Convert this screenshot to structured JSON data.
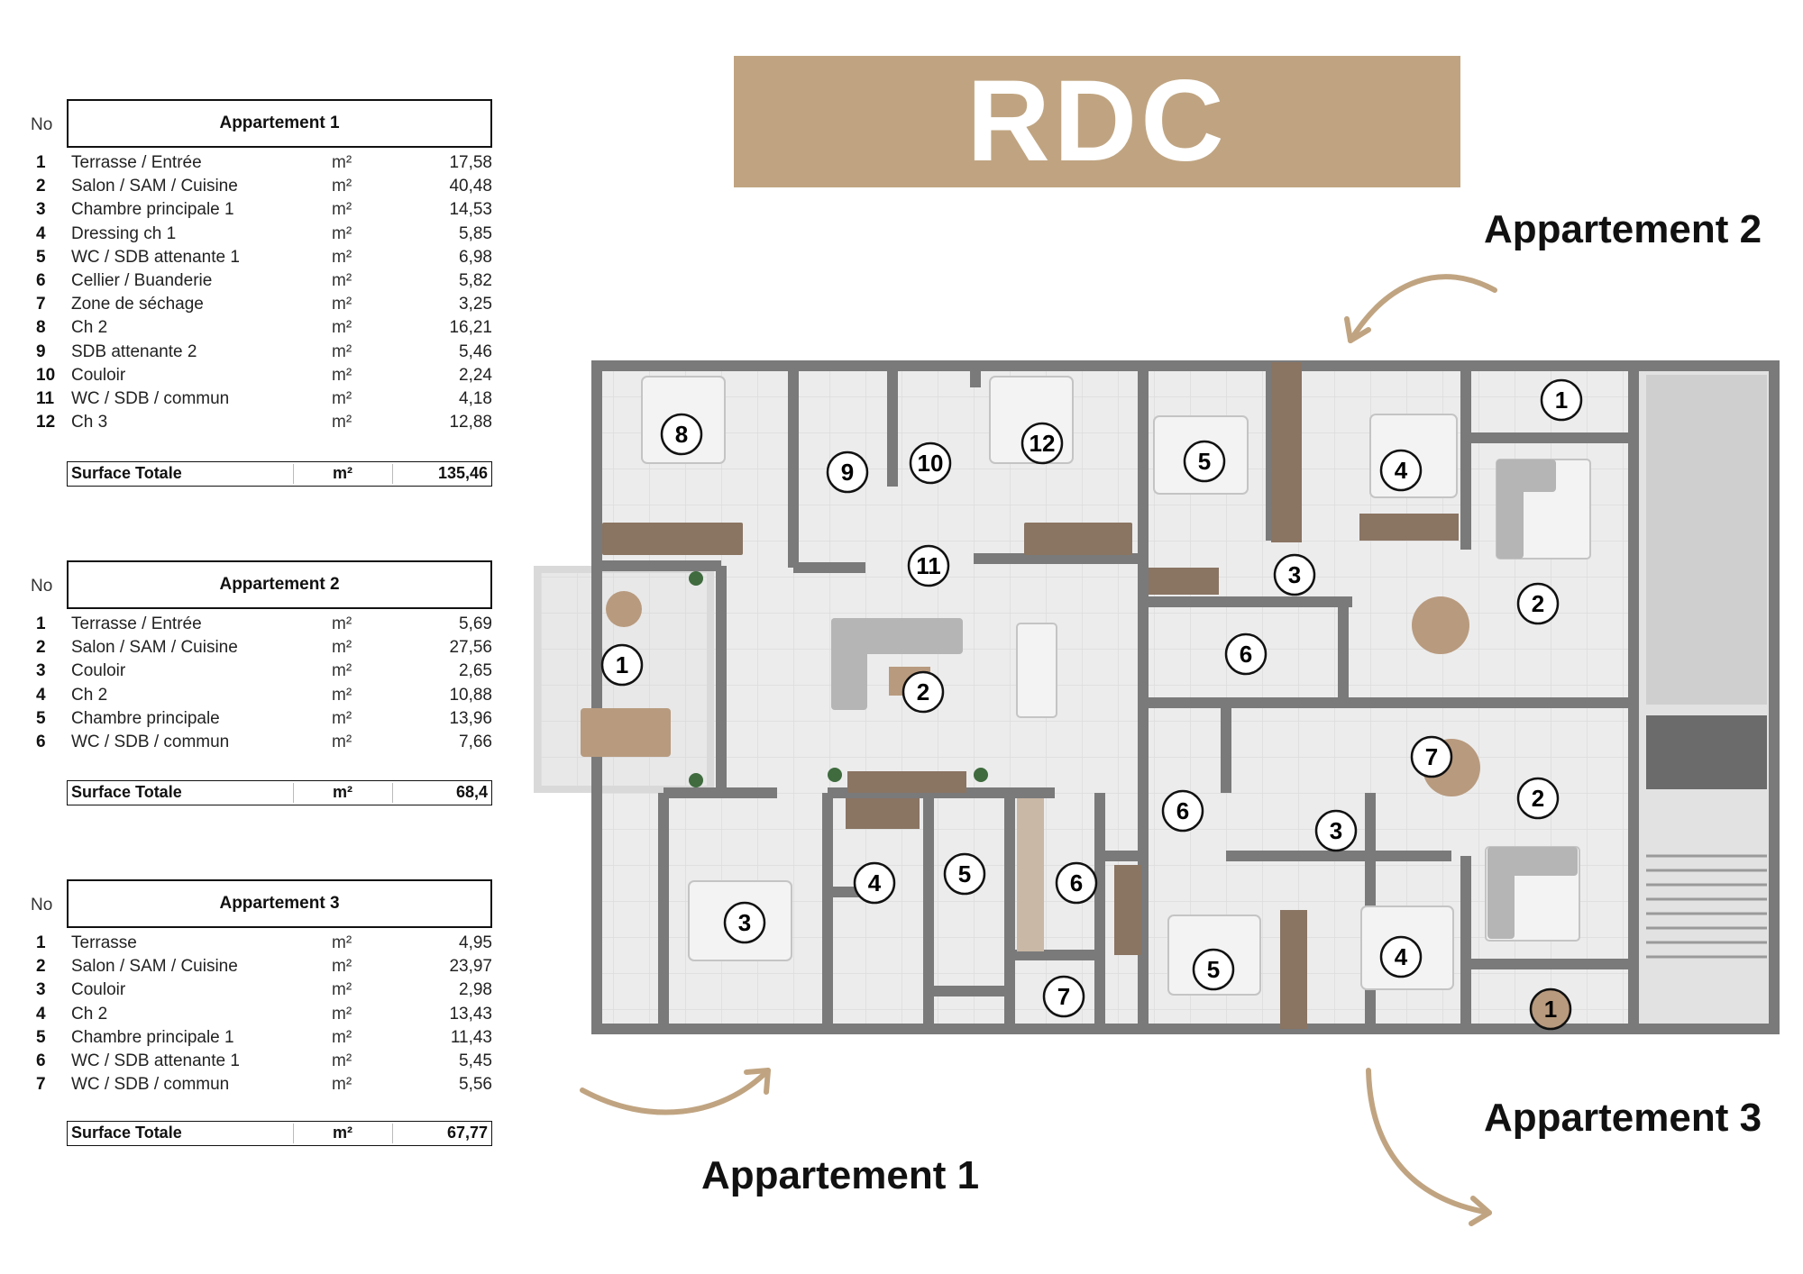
{
  "banner": {
    "title": "RDC"
  },
  "labels": {
    "apt1": "Appartement 1",
    "apt2": "Appartement 2",
    "apt3": "Appartement 3"
  },
  "tables": {
    "apt1": {
      "no_header": "No",
      "title": "Appartement 1",
      "rows": [
        {
          "n": "1",
          "label": "Terrasse / Entrée",
          "unit": "m²",
          "value": "17,58"
        },
        {
          "n": "2",
          "label": "Salon / SAM / Cuisine",
          "unit": "m²",
          "value": "40,48"
        },
        {
          "n": "3",
          "label": "Chambre principale 1",
          "unit": "m²",
          "value": "14,53"
        },
        {
          "n": "4",
          "label": "Dressing ch 1",
          "unit": "m²",
          "value": "5,85"
        },
        {
          "n": "5",
          "label": "WC / SDB  attenante 1",
          "unit": "m²",
          "value": "6,98"
        },
        {
          "n": "6",
          "label": "Cellier / Buanderie",
          "unit": "m²",
          "value": "5,82"
        },
        {
          "n": "7",
          "label": "Zone de séchage",
          "unit": "m²",
          "value": "3,25"
        },
        {
          "n": "8",
          "label": "Ch 2",
          "unit": "m²",
          "value": "16,21"
        },
        {
          "n": "9",
          "label": "SDB attenante 2",
          "unit": "m²",
          "value": "5,46"
        },
        {
          "n": "10",
          "label": "Couloir",
          "unit": "m²",
          "value": "2,24"
        },
        {
          "n": "11",
          "label": "WC / SDB / commun",
          "unit": "m²",
          "value": "4,18"
        },
        {
          "n": "12",
          "label": "Ch 3",
          "unit": "m²",
          "value": "12,88"
        }
      ],
      "total": {
        "label": "Surface Totale",
        "unit": "m²",
        "value": "135,46"
      }
    },
    "apt2": {
      "no_header": "No",
      "title": "Appartement 2",
      "rows": [
        {
          "n": "1",
          "label": "Terrasse / Entrée",
          "unit": "m²",
          "value": "5,69"
        },
        {
          "n": "2",
          "label": "Salon / SAM / Cuisine",
          "unit": "m²",
          "value": "27,56"
        },
        {
          "n": "3",
          "label": "Couloir",
          "unit": "m²",
          "value": "2,65"
        },
        {
          "n": "4",
          "label": "Ch 2",
          "unit": "m²",
          "value": "10,88"
        },
        {
          "n": "5",
          "label": "Chambre principale",
          "unit": "m²",
          "value": "13,96"
        },
        {
          "n": "6",
          "label": "WC / SDB / commun",
          "unit": "m²",
          "value": "7,66"
        }
      ],
      "total": {
        "label": "Surface Totale",
        "unit": "m²",
        "value": "68,4"
      }
    },
    "apt3": {
      "no_header": "No",
      "title": "Appartement 3",
      "rows": [
        {
          "n": "1",
          "label": "Terrasse",
          "unit": "m²",
          "value": "4,95"
        },
        {
          "n": "2",
          "label": "Salon / SAM / Cuisine",
          "unit": "m²",
          "value": "23,97"
        },
        {
          "n": "3",
          "label": "Couloir",
          "unit": "m²",
          "value": "2,98"
        },
        {
          "n": "4",
          "label": "Ch 2",
          "unit": "m²",
          "value": "13,43"
        },
        {
          "n": "5",
          "label": "Chambre principale 1",
          "unit": "m²",
          "value": "11,43"
        },
        {
          "n": "6",
          "label": "WC / SDB  attenante 1",
          "unit": "m²",
          "value": "5,45"
        },
        {
          "n": "7",
          "label": "WC / SDB / commun",
          "unit": "m²",
          "value": "5,56"
        }
      ],
      "total": {
        "label": "Surface Totale",
        "unit": "m²",
        "value": "67,77"
      }
    }
  },
  "plan": {
    "apt1_markers": [
      "1",
      "2",
      "3",
      "4",
      "5",
      "6",
      "7",
      "8",
      "9",
      "10",
      "11",
      "12"
    ],
    "apt2_markers": [
      "1",
      "2",
      "3",
      "4",
      "5",
      "6"
    ],
    "apt3_markers": [
      "1",
      "2",
      "3",
      "4",
      "5",
      "6",
      "7"
    ]
  },
  "colors": {
    "banner": "#c0a481",
    "arrow": "#c0a481",
    "wall": "#7a7a7a",
    "floor": "#e9e9e9",
    "wood": "#8a7462"
  }
}
